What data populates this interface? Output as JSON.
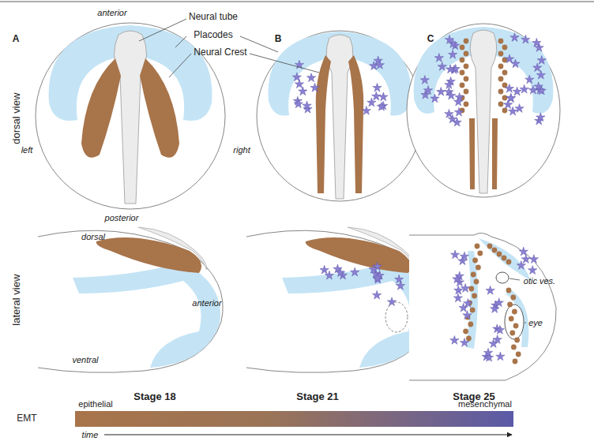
{
  "diagram": {
    "labels": [
      "A",
      "anterior",
      "Neural tube",
      "B",
      "C",
      "Placodes",
      "Neural Crest",
      "left",
      "right",
      "posterior",
      "dorsal view",
      "dorsal",
      "anterior",
      "lateral view",
      "otic ves.",
      "eye",
      "ventral",
      "Stage 18",
      "Stage 21",
      "Stage 25",
      "EMT",
      "epithelial",
      "mesenchymal",
      "time"
    ]
  }
}
